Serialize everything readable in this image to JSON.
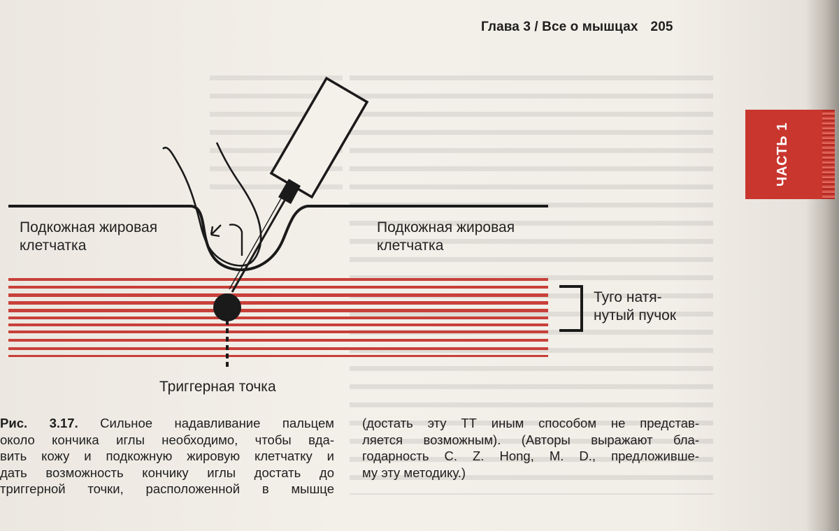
{
  "header": {
    "chapter": "Глава 3 / Все о мышцах",
    "page_number": "205"
  },
  "side_tab": {
    "text": "ЧАСТЬ 1",
    "color": "#c9362e"
  },
  "figure": {
    "labels": {
      "subcutaneous_left_line1": "Подкожная жировая",
      "subcutaneous_left_line2": "клетчатка",
      "subcutaneous_right_line1": "Подкожная жировая",
      "subcutaneous_right_line2": "клетчатка",
      "taut_band_line1": "Туго натя-",
      "taut_band_line2": "нутый пучок",
      "trigger_point": "Триггерная точка"
    },
    "muscle_color": "#c8403a",
    "icons": [
      "needle-syringe-icon",
      "finger-icon",
      "trigger-point-icon"
    ]
  },
  "caption": {
    "figure_label": "Рис. 3.17.",
    "left_lines": [
      " Сильное надавливание пальцем",
      "около кончика иглы необходимо, чтобы вда-",
      "вить кожу и подкожную жировую клетчатку и",
      "дать возможность кончику иглы достать до",
      "триггерной точки, расположенной в мышце"
    ],
    "right_lines": [
      "(достать эту ТТ иным способом не представ-",
      "ляется возможным). (Авторы выражают бла-",
      "годарность C. Z. Hong, M. D., предложивше-",
      "му эту методику.)"
    ]
  }
}
